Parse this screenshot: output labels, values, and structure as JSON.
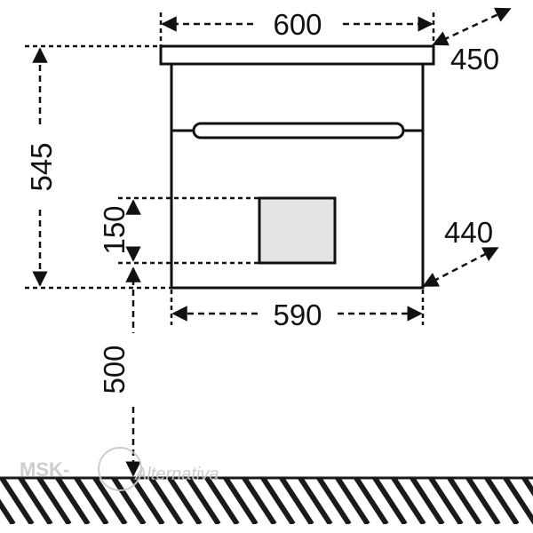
{
  "dimensions": {
    "top_width": "600",
    "top_depth": "450",
    "height": "545",
    "cutout_height": "150",
    "body_depth": "440",
    "body_width": "590",
    "mount_height": "500"
  },
  "watermark": {
    "brand": "MSK-",
    "script": "Alternativa"
  },
  "colors": {
    "line": "#111111",
    "cutout_fill": "#e4e4e4",
    "floor": "#1a1a1a",
    "watermark": "#c8c8c8"
  }
}
